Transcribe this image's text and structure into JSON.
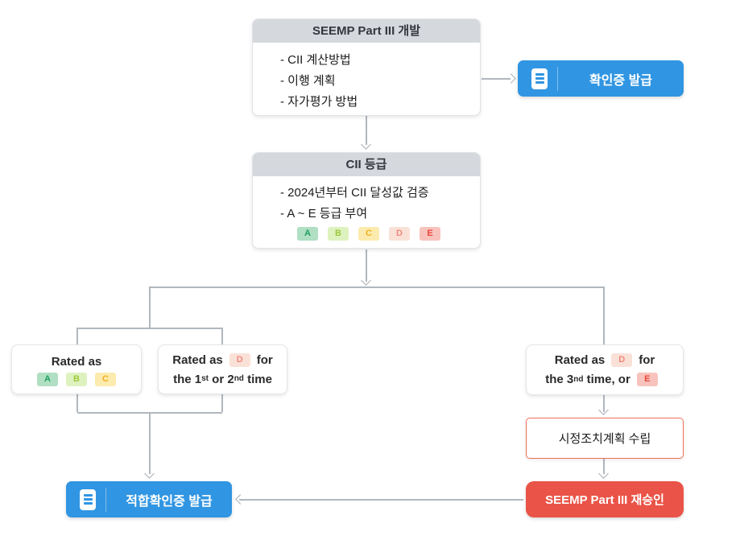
{
  "diagram": {
    "nodes": {
      "seemp_dev": {
        "title": "SEEMP Part III  개발",
        "items": [
          "- CII 계산방법",
          "- 이행 계획",
          "- 자가평가 방법"
        ]
      },
      "cert_issue": {
        "label": "확인증 발급",
        "icon": "document-icon"
      },
      "cii_rating": {
        "title": "CII  등급",
        "items": [
          "- 2024년부터 CII 달성값 검증",
          "- A ~ E 등급 부여"
        ],
        "grades": [
          "A",
          "B",
          "C",
          "D",
          "E"
        ]
      },
      "rated_abc": {
        "line1": "Rated as",
        "grades": [
          "A",
          "B",
          "C"
        ]
      },
      "rated_d12": {
        "pre": "Rated as",
        "badge": "D",
        "post": "for",
        "line2": {
          "p0": "the 1",
          "s0": "st",
          "p1": " or 2",
          "s1": "nd",
          "p2": " time"
        }
      },
      "rated_d3e": {
        "pre": "Rated as",
        "badge": "D",
        "post": "for",
        "line2": {
          "p0": "the 3",
          "s0": "nd",
          "p1": " time, or"
        },
        "badge2": "E"
      },
      "corrective": {
        "label": "시정조치계획 수립"
      },
      "reapproval": {
        "label": "SEEMP Part III 재승인"
      },
      "conformity": {
        "label": "적합확인증 발급",
        "icon": "document-icon"
      }
    },
    "colors": {
      "accent_blue": "#3095e2",
      "accent_red": "#ea5347",
      "corrective_border": "#ee6f58",
      "connector_line": "#b1b7be",
      "header_bg": "#d5d8dd",
      "grade_colors": {
        "A": {
          "bg": "#b0dfc3",
          "fg": "#1fa15e"
        },
        "B": {
          "bg": "#def2bf",
          "fg": "#9ec83d"
        },
        "C": {
          "bg": "#fcebae",
          "fg": "#f2b01e"
        },
        "D": {
          "bg": "#fae1d8",
          "fg": "#f0897c"
        },
        "E": {
          "bg": "#f8c3bd",
          "fg": "#e8473a"
        }
      }
    }
  }
}
